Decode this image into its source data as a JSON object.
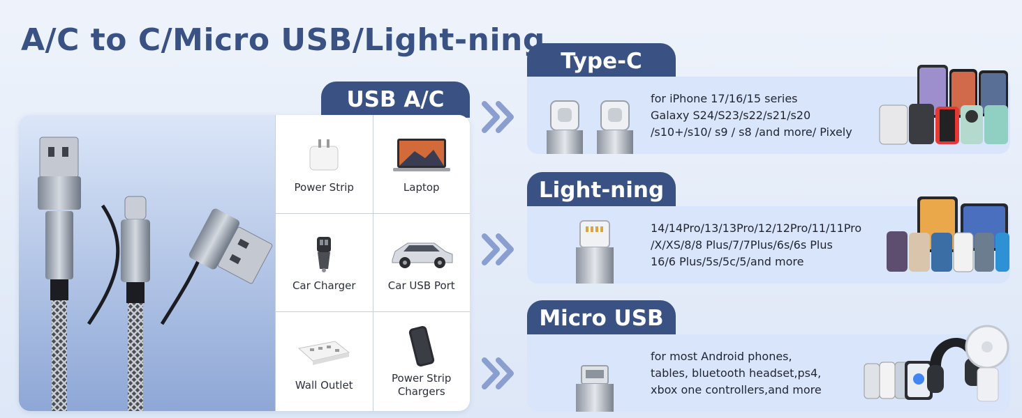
{
  "title": "A/C to C/Micro USB/Light-ning",
  "left": {
    "tab": "USB A/C",
    "items": [
      {
        "label": "Power Strip",
        "icon": "power-adapter-icon"
      },
      {
        "label": "Laptop",
        "icon": "laptop-icon"
      },
      {
        "label": "Car Charger",
        "icon": "car-charger-icon"
      },
      {
        "label": "Car USB Port",
        "icon": "car-icon"
      },
      {
        "label": "Wall Outlet",
        "icon": "power-strip-icon"
      },
      {
        "label": "Power Strip\nChargers",
        "icon": "power-bank-icon"
      }
    ]
  },
  "cards": [
    {
      "tab": "Type-C",
      "lines": [
        "for iPhone 17/16/15 series",
        "Galaxy S24/S23/s22/s21/s20",
        "/s10+/s10/ s9 / s8 /and more/ Pixely"
      ]
    },
    {
      "tab": "Light-ning",
      "lines": [
        "14/14Pro/13/13Pro/12/12Pro/11/11Pro",
        "/X/XS/8/8 Plus/7/7Plus/6s/6s Plus",
        "16/6 Plus/5s/5c/5/and more"
      ]
    },
    {
      "tab": "Micro USB",
      "lines": [
        "for most Android phones,",
        "tables, bluetooth headset,ps4,",
        "xbox one controllers,and more"
      ]
    }
  ],
  "colors": {
    "accent": "#3a5184",
    "card_bg": "#d9e5fb",
    "arrow": "#8a9fd0"
  }
}
